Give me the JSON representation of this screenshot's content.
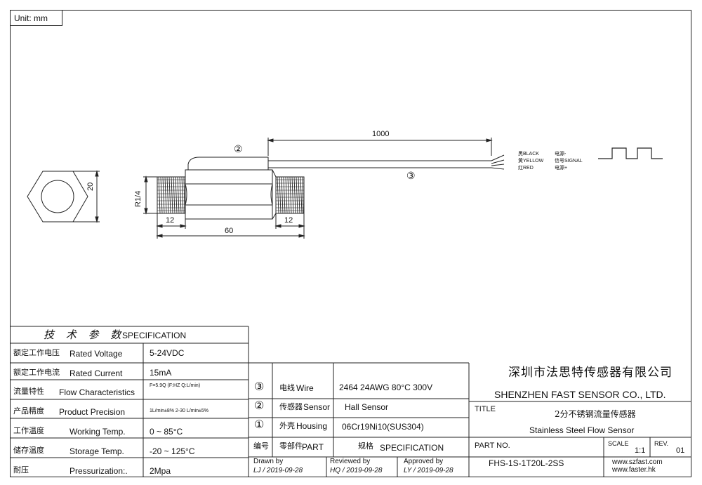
{
  "unit_label": "Unit: mm",
  "drawing": {
    "dim_total_cable": "1000",
    "dim_hex": "20",
    "dim_thread": "R1/4",
    "dim_left_thread": "12",
    "dim_right_thread": "12",
    "dim_body": "60",
    "callout_2": "②",
    "callout_3": "③",
    "wires": [
      {
        "label": "黑BLACK",
        "fn": "电源-"
      },
      {
        "label": "黄YELLOW",
        "fn": "信号SIGNAL"
      },
      {
        "label": "红RED",
        "fn": "电源+"
      }
    ]
  },
  "spec": {
    "header_cn": "技 术 参 数",
    "header_en": "SPECIFICATION",
    "rows": [
      {
        "cn": "额定工作电压",
        "en": "Rated Voltage",
        "value": "5-24VDC"
      },
      {
        "cn": "额定工作电流",
        "en": "Rated Current",
        "value": "15mA"
      },
      {
        "cn": "流量特性",
        "en": "Flow Characteristics",
        "value": "F=5.9Q (F:HZ Q:L/min)"
      },
      {
        "cn": "产品精度",
        "en": "Product Precision",
        "value": "1L/min±8% 2-30 L/min±5%"
      },
      {
        "cn": "工作温度",
        "en": "Working Temp.",
        "value": "0 ~ 85°C"
      },
      {
        "cn": "储存温度",
        "en": "Storage Temp.",
        "value": "-20 ~ 125°C"
      },
      {
        "cn": "耐压",
        "en": "Pressurization:.",
        "value": "2Mpa"
      }
    ]
  },
  "parts": {
    "rows": [
      {
        "no": "③",
        "name_cn": "电线",
        "name_en": "Wire",
        "spec": "2464 24AWG 80°C 300V"
      },
      {
        "no": "②",
        "name_cn": "传感器",
        "name_en": "Sensor",
        "spec": "Hall Sensor"
      },
      {
        "no": "①",
        "name_cn": "外壳",
        "name_en": "Housing",
        "spec": "06Cr19Ni10(SUS304)"
      }
    ],
    "header_no": "编号",
    "header_part_cn": "零部件",
    "header_part_en": "PART",
    "header_spec_cn": "规格",
    "header_spec_en": "SPECIFICATION",
    "drawn_by_label": "Drawn by",
    "drawn_by_value": "LJ / 2019-09-28",
    "reviewed_by_label": "Reviewed by",
    "reviewed_by_value": "HQ / 2019-09-28",
    "approved_by_label": "Approved by",
    "approved_by_value": "LY / 2019-09-28"
  },
  "title_block": {
    "company_cn": "深圳市法思特传感器有限公司",
    "company_en": "SHENZHEN FAST SENSOR CO., LTD.",
    "title_label": "TITLE",
    "title_cn": "2分不锈钢流量传感器",
    "title_en": "Stainless Steel Flow Sensor",
    "part_no_label": "PART NO.",
    "part_no_value": "FHS-1S-1T20L-2SS",
    "scale_label": "SCALE",
    "scale_value": "1:1",
    "rev_label": "REV.",
    "rev_value": "01",
    "website_1": "www.szfast.com",
    "website_2": "www.faster.hk"
  }
}
